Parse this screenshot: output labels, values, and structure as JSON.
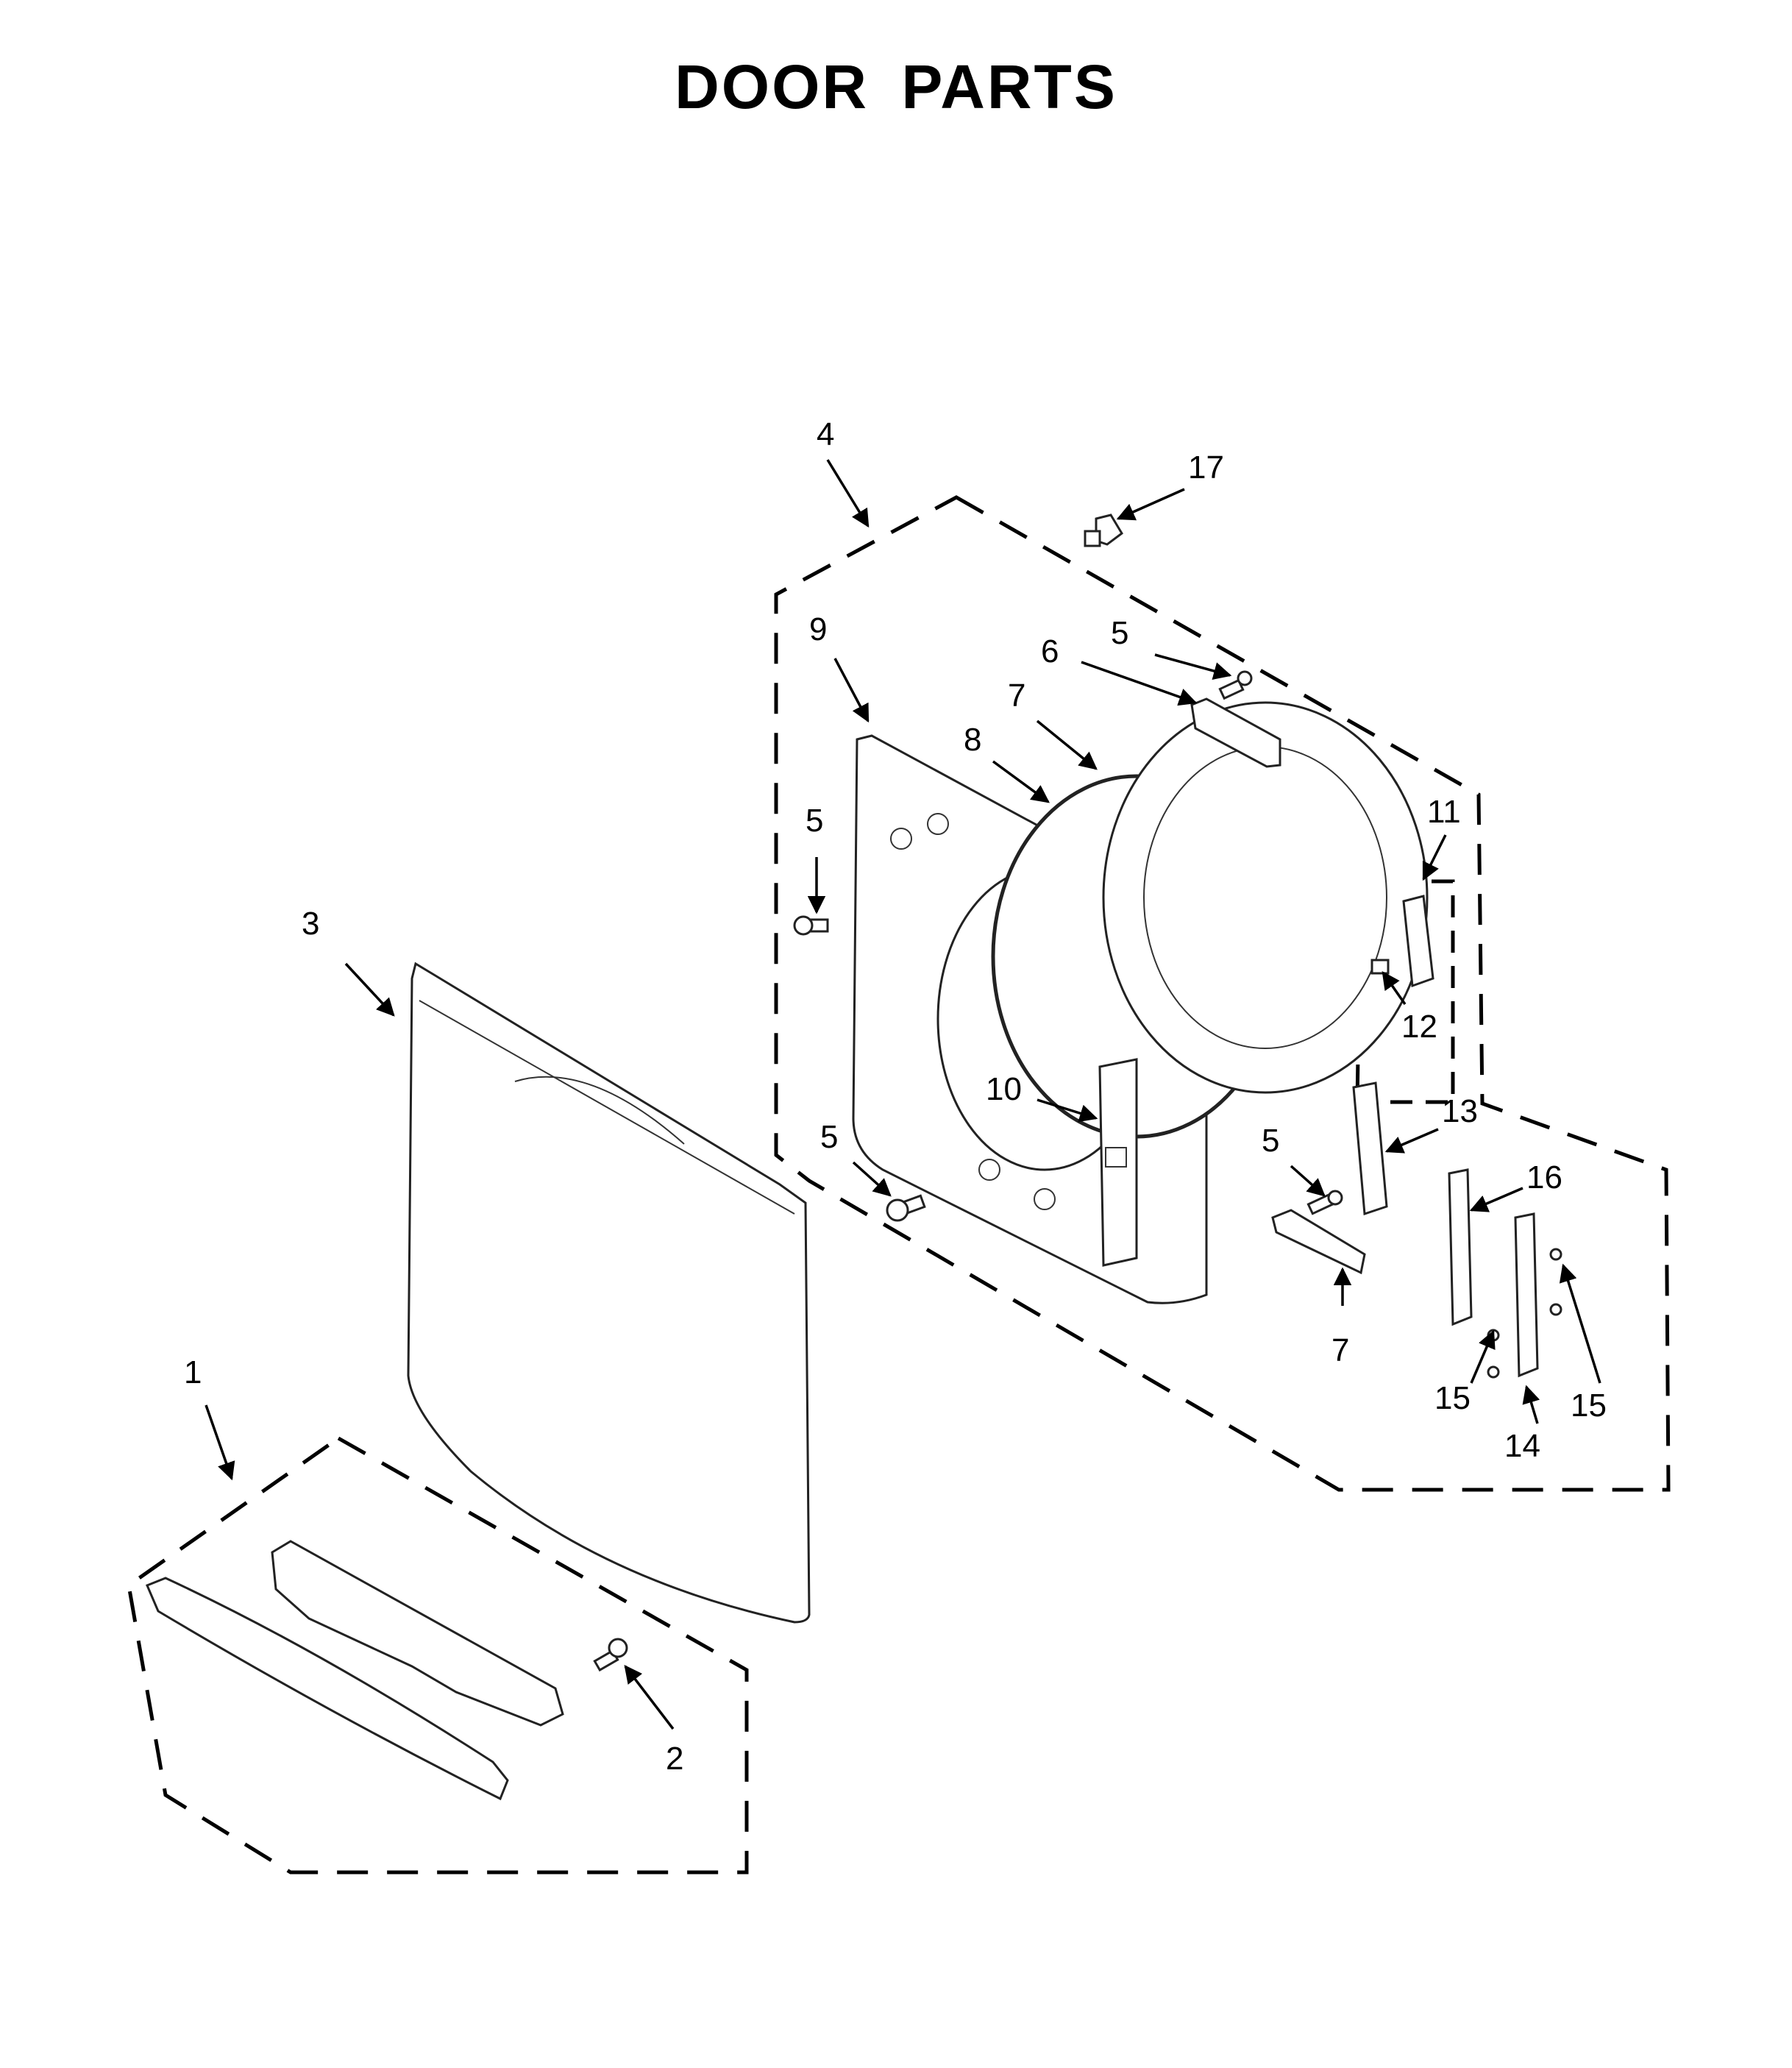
{
  "title": "DOOR PARTS",
  "callouts": [
    {
      "id": "c-4",
      "label": "4"
    },
    {
      "id": "c-17",
      "label": "17"
    },
    {
      "id": "c-9",
      "label": "9"
    },
    {
      "id": "c-5a",
      "label": "5"
    },
    {
      "id": "c-6",
      "label": "6"
    },
    {
      "id": "c-7a",
      "label": "7"
    },
    {
      "id": "c-8",
      "label": "8"
    },
    {
      "id": "c-5b",
      "label": "5"
    },
    {
      "id": "c-11",
      "label": "11"
    },
    {
      "id": "c-12",
      "label": "12"
    },
    {
      "id": "c-3",
      "label": "3"
    },
    {
      "id": "c-10",
      "label": "10"
    },
    {
      "id": "c-13",
      "label": "13"
    },
    {
      "id": "c-5c",
      "label": "5"
    },
    {
      "id": "c-5d",
      "label": "5"
    },
    {
      "id": "c-16",
      "label": "16"
    },
    {
      "id": "c-7b",
      "label": "7"
    },
    {
      "id": "c-15a",
      "label": "15"
    },
    {
      "id": "c-15b",
      "label": "15"
    },
    {
      "id": "c-14",
      "label": "14"
    },
    {
      "id": "c-1",
      "label": "1"
    },
    {
      "id": "c-2",
      "label": "2"
    }
  ]
}
